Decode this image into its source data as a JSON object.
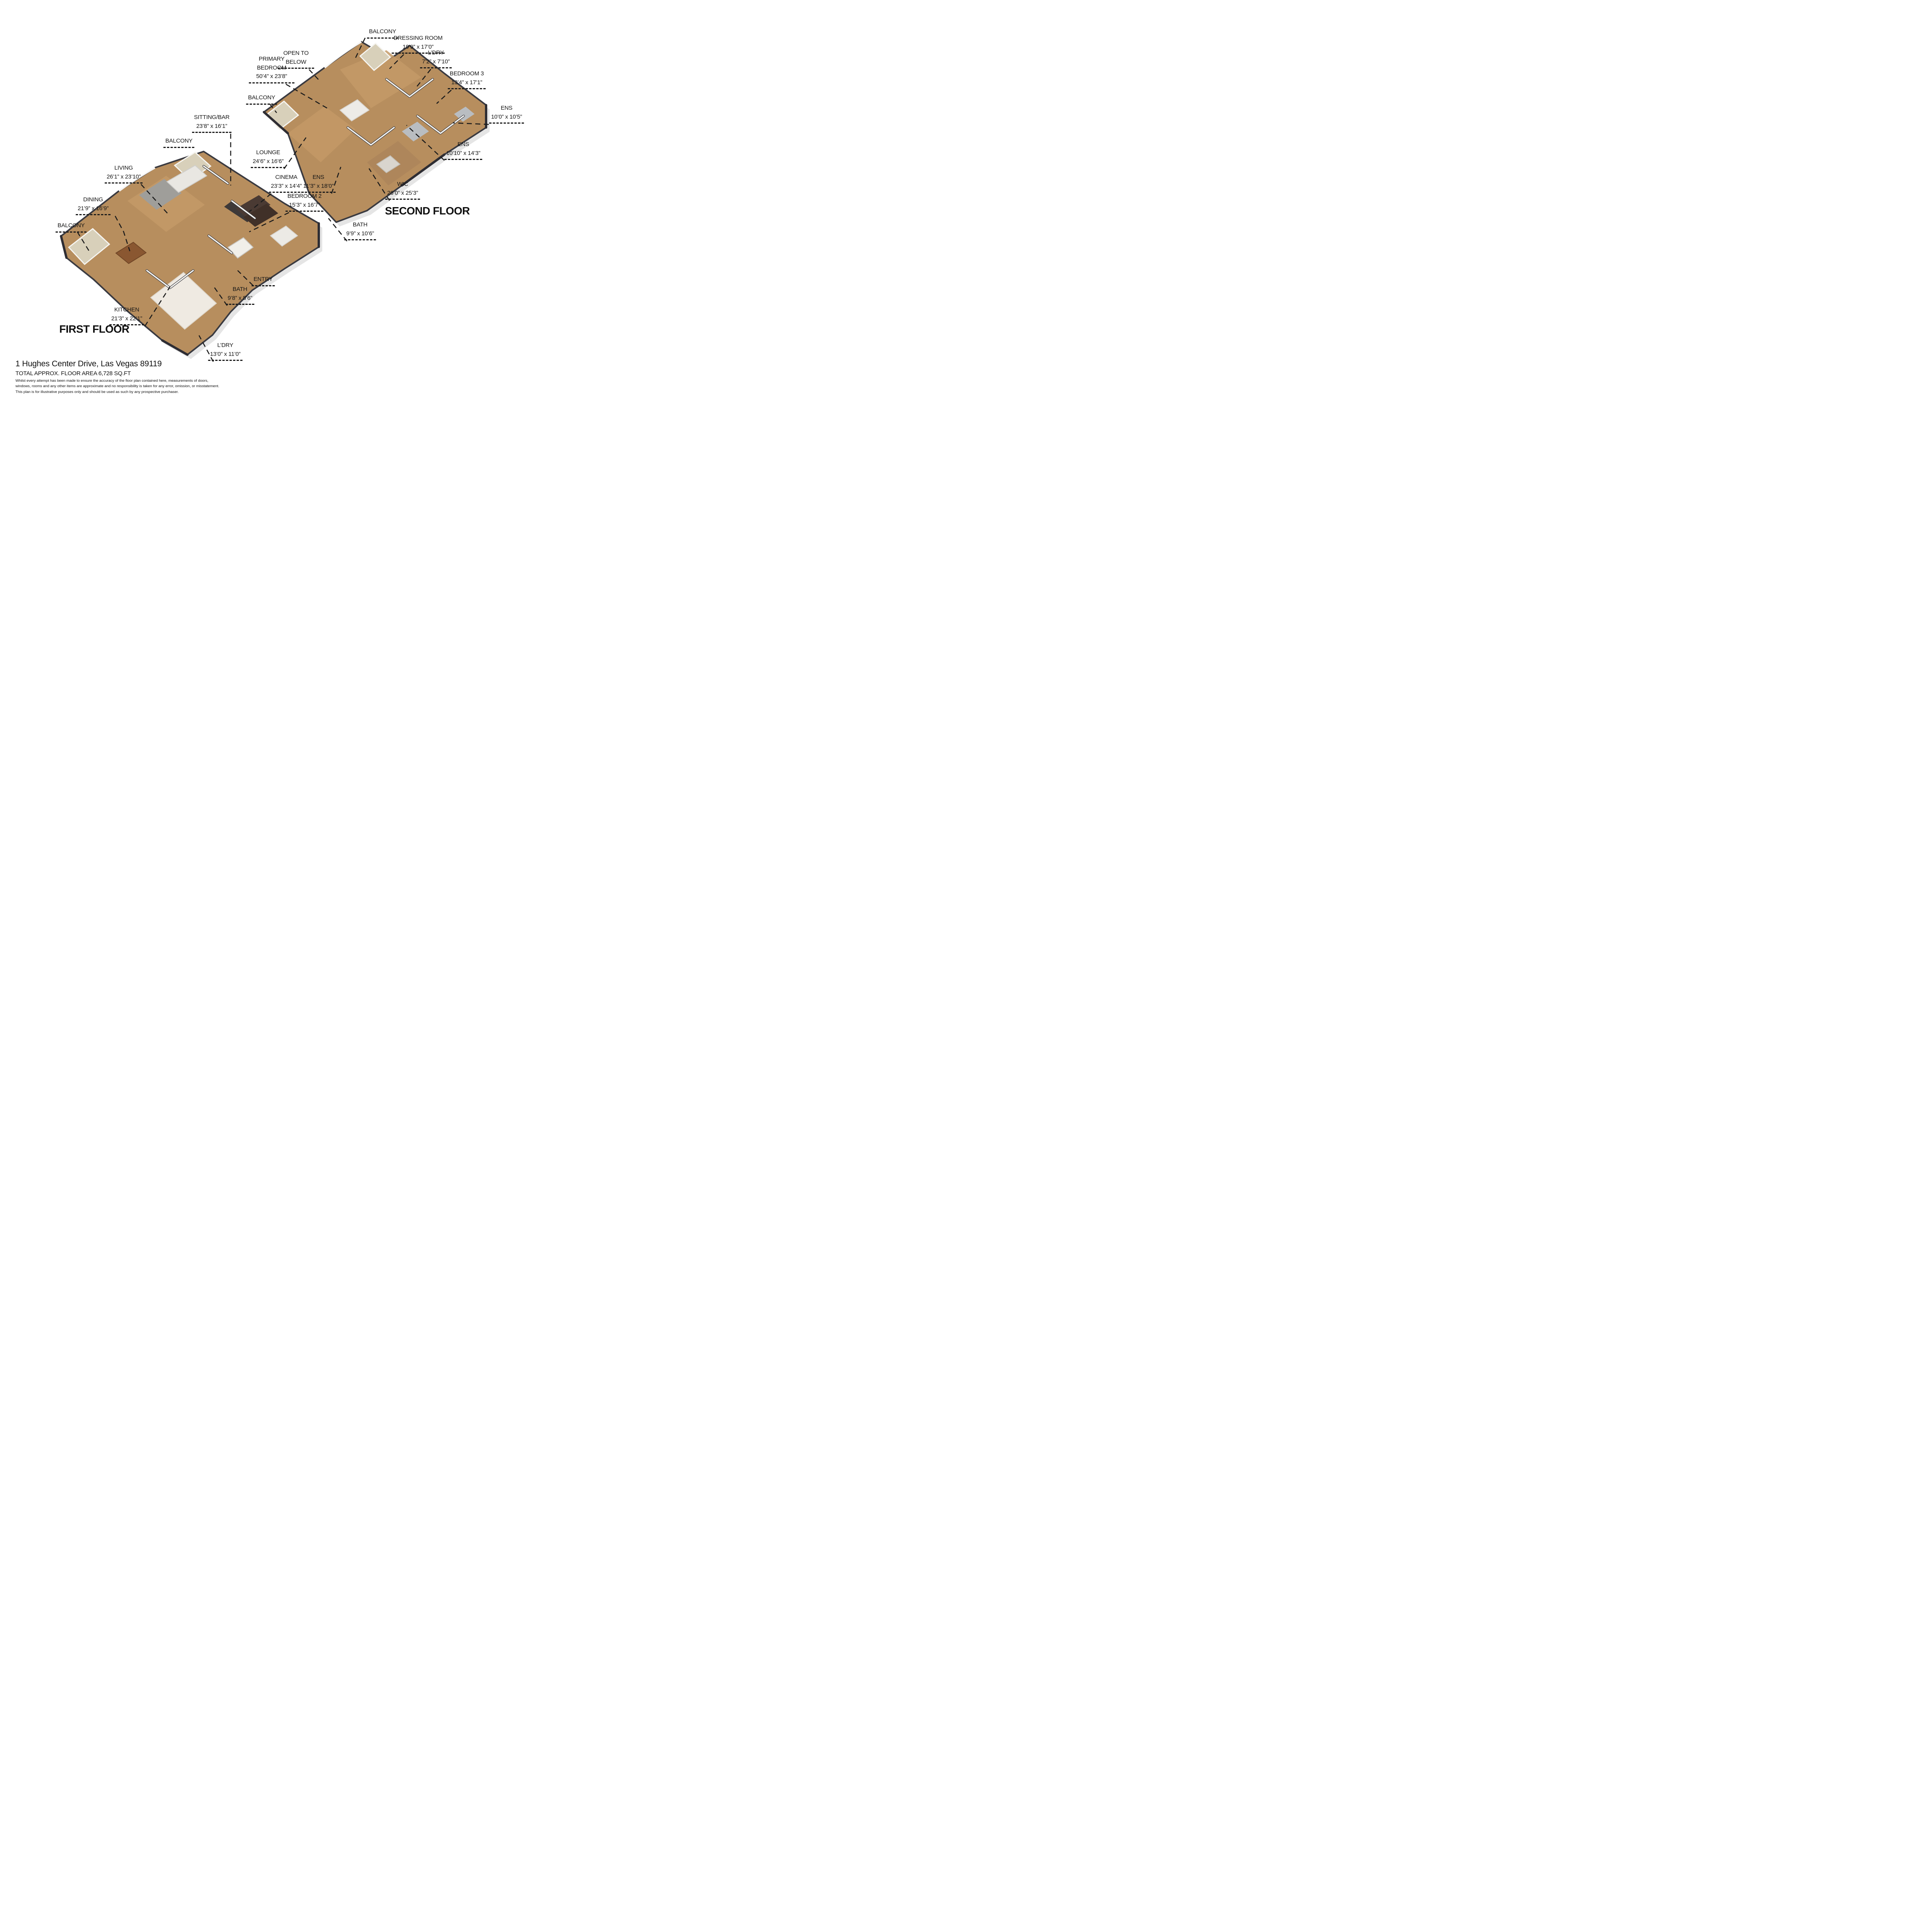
{
  "meta": {
    "view": "3D isometric floor plan, two stacked floors",
    "colors": {
      "wood_floor": "#b78e5e",
      "wood_light": "#c49a67",
      "deck": "#d8d0ba",
      "wall_white": "#f6f5f1",
      "wall_charcoal": "#2e2d33",
      "tile_blue": "#b9c2cc",
      "marble": "#efeae2",
      "label_text": "#161616"
    }
  },
  "floors": {
    "second": {
      "title": "SECOND FLOOR"
    },
    "first": {
      "title": "FIRST FLOOR"
    }
  },
  "labels": {
    "balcony_top": {
      "name": "BALCONY"
    },
    "dressing_room": {
      "name": "DRESSING ROOM",
      "dims": "19’9” x 17’0”"
    },
    "open_to_below": {
      "name": "OPEN TO BELOW"
    },
    "primary_bedroom": {
      "name": "PRIMARY BEDROOM",
      "dims": "50’4” x 23’8”"
    },
    "laundry_second": {
      "name": "L’DRY",
      "dims": "7’2” x 7’10”"
    },
    "bedroom_3": {
      "name": "BEDROOM 3",
      "dims": "13’4” x 17’1”"
    },
    "ens_bedroom_3": {
      "name": "ENS",
      "dims": "10’0” x 10’5”"
    },
    "balcony_second_left": {
      "name": "BALCONY"
    },
    "ens_primary": {
      "name": "ENS",
      "dims": "10’10” x 14’3”"
    },
    "lounge": {
      "name": "LOUNGE",
      "dims": "24’6” x 16’6”"
    },
    "ens_second": {
      "name": "ENS",
      "dims": "11’3” x 18’0”"
    },
    "wic": {
      "name": "WIC",
      "dims": "26’0” x 25’3”"
    },
    "bath_second": {
      "name": "BATH",
      "dims": "9’9” x 10’6”"
    },
    "sitting_bar": {
      "name": "SITTING/BAR",
      "dims": "23’8” x 16’1”"
    },
    "balcony_sitting": {
      "name": "BALCONY"
    },
    "living": {
      "name": "LIVING",
      "dims": "26’1” x 23’10”"
    },
    "cinema": {
      "name": "CINEMA",
      "dims": "23’3” x 14’4”"
    },
    "dining": {
      "name": "DINING",
      "dims": "21’9” x 16’9”"
    },
    "bedroom_2": {
      "name": "BEDROOM 2",
      "dims": "15’3” x 16’7”"
    },
    "balcony_first": {
      "name": "BALCONY"
    },
    "entry": {
      "name": "ENTRY"
    },
    "bath_first": {
      "name": "BATH",
      "dims": "9’8” x 8’6”"
    },
    "kitchen": {
      "name": "KITCHEN",
      "dims": "21’3” x 22’1”"
    },
    "laundry_first": {
      "name": "L’DRY",
      "dims": "13’0” x 11’0”"
    }
  },
  "footer": {
    "address": "1 Hughes Center Drive, Las Vegas 89119",
    "area": "TOTAL APPROX. FLOOR AREA 6,728 SQ.FT",
    "disclaimer": [
      "Whilst every attempt has been made to ensure the accuracy of the floor plan contained here, measurements of doors,",
      "windows, rooms and any other items are approximate and no responsibility is taken for any error, omission, or misstatement.",
      "This plan is for illustrative purposes only and should be used as such by any prospective purchaser."
    ]
  }
}
